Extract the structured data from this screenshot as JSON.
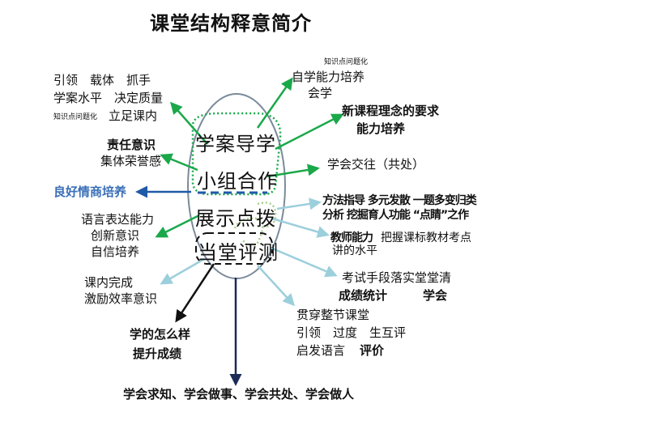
{
  "title": "课堂结构释意简介",
  "center": {
    "item1": "学案导学",
    "item2": "小组合作",
    "item3": "展示点拨",
    "item4": "当堂评测"
  },
  "branches": {
    "top_left": {
      "line1": "引领　载体　抓手",
      "line2": "学案水平　决定质量",
      "line3_small": "知识点问题化",
      "line3": "立足课内"
    },
    "self_study": {
      "small": "知识点问题化",
      "line1": "自学能力培养",
      "line2": "会学"
    },
    "new_curriculum": {
      "line1": "新课程理念的要求",
      "line2": "能力培养"
    },
    "responsibility": {
      "line1": "责任意识",
      "line2": "集体荣誉感"
    },
    "communication": {
      "line1": "学会交往（共处）"
    },
    "emotion": {
      "line1": "良好情商培养"
    },
    "guidance": {
      "line1": "方法指导 多元发散 一题多变归类",
      "line2": "分析 挖掘育人功能 “点睛”之作"
    },
    "teacher": {
      "bold": "教师能力",
      "line1": "把握课标教材考点",
      "line2": "讲的水平"
    },
    "language": {
      "line1": "语言表达能力",
      "line2": "创新意识",
      "line3": "自信培养"
    },
    "exam": {
      "line1": "考试手段落实堂堂清",
      "line2a": "成绩统计",
      "line2b": "学会"
    },
    "efficiency": {
      "line1": "课内完成",
      "line2": "激励效率意识"
    },
    "through": {
      "line1": "贯穿整节课堂",
      "line2": "引领　过度　生互评",
      "line3a": "启发语言",
      "line3b": "评价"
    },
    "how_learn": {
      "line1": "学的怎么样",
      "line2": "提升成绩"
    },
    "bottom": {
      "line1": "学会求知、学会做事、学会共处、学会做人"
    }
  },
  "colors": {
    "green": "#1aa84a",
    "lightblue": "#9ccfdc",
    "blue": "#1f5aa8",
    "black": "#111111",
    "navy": "#1c2a57",
    "ellipse": "#7a8a9a"
  }
}
